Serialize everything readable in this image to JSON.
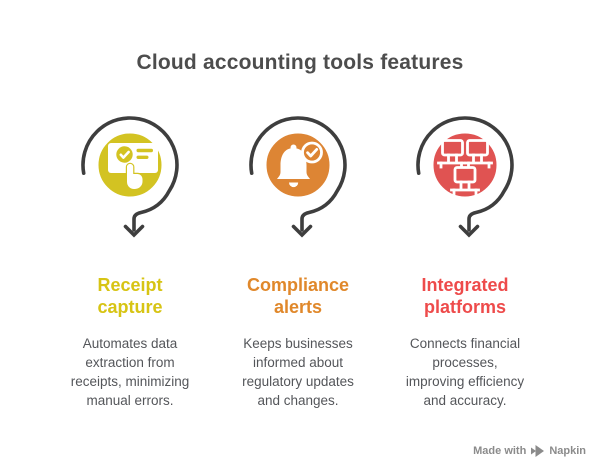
{
  "title": "Cloud accounting tools features",
  "features": [
    {
      "heading": "Receipt\ncapture",
      "description": "Automates data\nextraction from\nreceipts, minimizing\nmanual errors.",
      "circle_color": "#d3c322",
      "heading_color": "#d7c414",
      "icon": "receipt-capture-icon"
    },
    {
      "heading": "Compliance\nalerts",
      "description": "Keeps businesses\ninformed about\nregulatory updates\nand changes.",
      "circle_color": "#dd8534",
      "heading_color": "#e0882b",
      "icon": "bell-alert-icon"
    },
    {
      "heading": "Integrated\nplatforms",
      "description": "Connects financial\nprocesses,\nimproving efficiency\nand accuracy.",
      "circle_color": "#e05352",
      "heading_color": "#ee4b4b",
      "icon": "workstations-icon"
    }
  ],
  "footer": {
    "made_with": "Made with",
    "brand": "Napkin"
  },
  "colors": {
    "title_text": "#4d4d4d",
    "body_text": "#54565a",
    "arrow": "#3e3e3e",
    "footer_text": "#8b8b8b",
    "background": "#ffffff",
    "icon_glyph": "#ffffff"
  }
}
